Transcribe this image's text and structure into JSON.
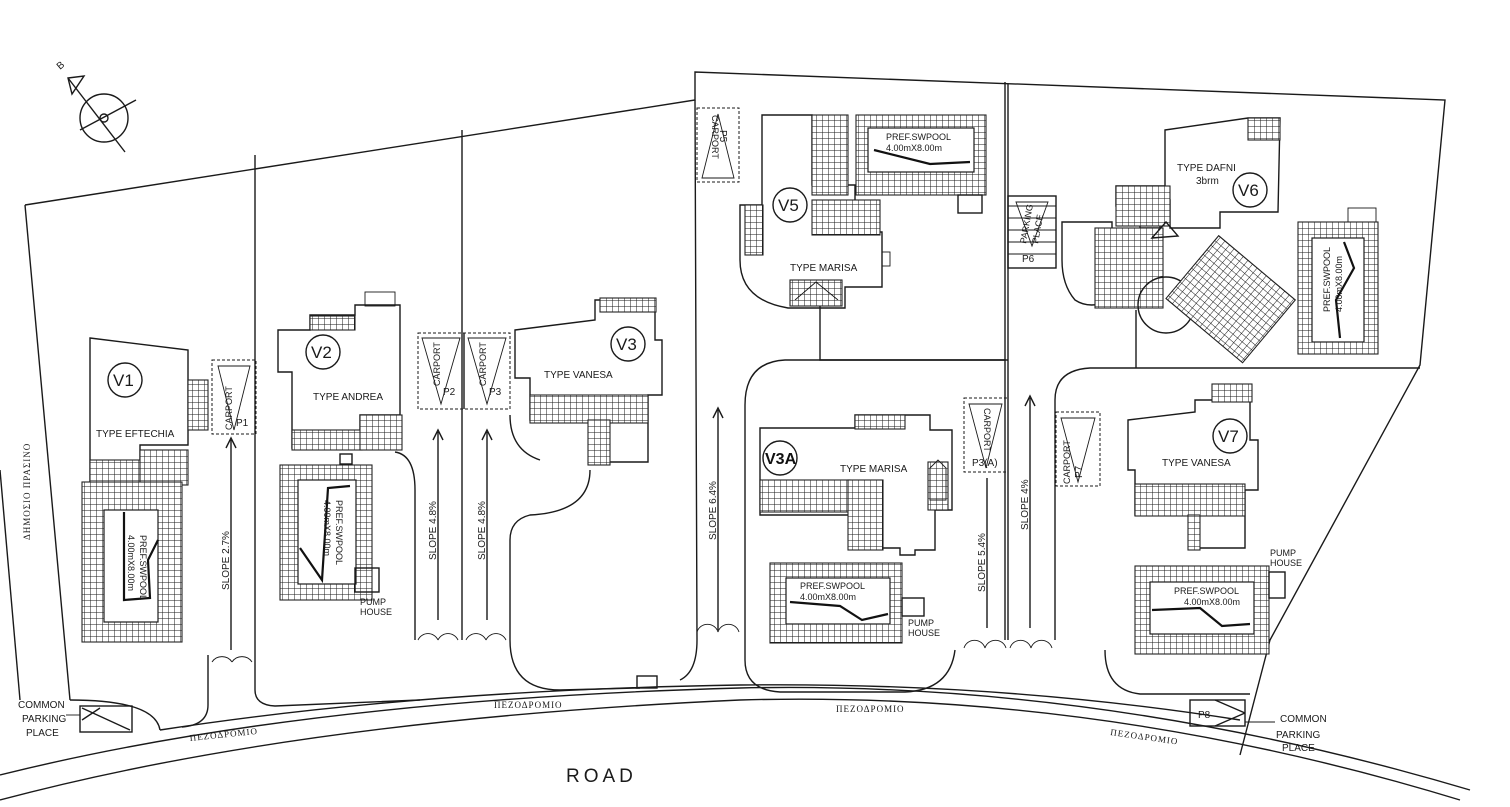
{
  "north_letter": "B",
  "side_street": "ΔΗΜΟΣΙΟ ΠΡΑΣΙΝΟ",
  "road_label": "ROAD",
  "sidewalk_labels": [
    "ΠΕΖΟΔΡΟΜΙΟ",
    "ΠΕΖΟΔΡΟΜΙΟ",
    "ΠΕΖΟΔΡΟΜΙΟ",
    "ΠΕΖΟΔΡΟΜΙΟ"
  ],
  "common_parking_left": [
    "COMMON",
    "PARKING",
    "PLACE"
  ],
  "common_parking_right": [
    "COMMON",
    "PARKING",
    "PLACE"
  ],
  "parking_spots": {
    "p1": "P1",
    "p2": "P2",
    "p3": "P3",
    "p5": "P5",
    "p6": "P6",
    "p3a": "P3(A)",
    "p7": "P7",
    "p8": "P8"
  },
  "carport_label": "CARPORT",
  "parking_place_label": [
    "PARKING",
    "PLACE"
  ],
  "pump_house": [
    "PUMP",
    "HOUSE"
  ],
  "pool_label": [
    "PREF.SWPOOL",
    "4.00mX8.00m"
  ],
  "slopes": {
    "v1": "SLOPE 2.7%",
    "v2": "SLOPE 4.8%",
    "v3": "SLOPE 4.8%",
    "v5": "SLOPE 6.4%",
    "v3a": "SLOPE 5.4%",
    "v6": "SLOPE 4%"
  },
  "villas": {
    "v1": {
      "tag": "V1",
      "type": "TYPE EFTECHIA"
    },
    "v2": {
      "tag": "V2",
      "type": "TYPE ANDREA"
    },
    "v3": {
      "tag": "V3",
      "type": "TYPE VANESA"
    },
    "v5": {
      "tag": "V5",
      "type": "TYPE MARISA"
    },
    "v3a": {
      "tag": "V3A",
      "type": "TYPE MARISA"
    },
    "v6": {
      "tag": "V6",
      "type": "TYPE DAFNI",
      "sub": "3brm"
    },
    "v7": {
      "tag": "V7",
      "type": "TYPE VANESA"
    }
  }
}
